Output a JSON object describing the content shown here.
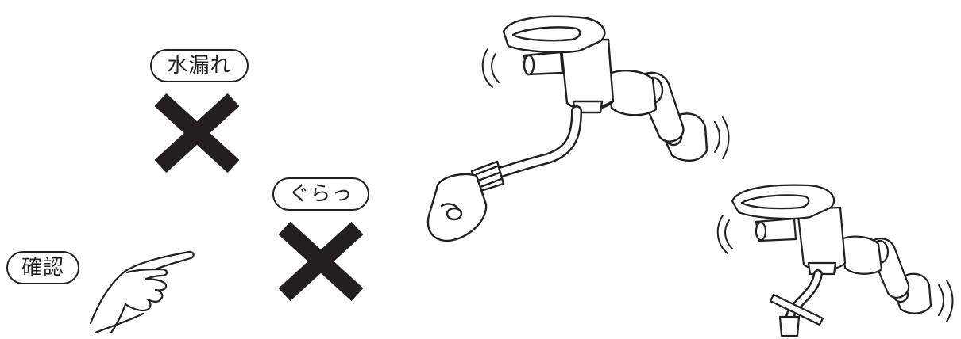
{
  "labels": {
    "leak": "水漏れ",
    "wobble": "ぐらっ",
    "check": "確認"
  },
  "colors": {
    "ink": "#231f20",
    "background": "#ffffff"
  },
  "icons": [
    "x-mark-icon",
    "x-mark-icon",
    "pointing-hand-icon",
    "faucet-with-shower-hose",
    "faucet-with-hose-band"
  ]
}
